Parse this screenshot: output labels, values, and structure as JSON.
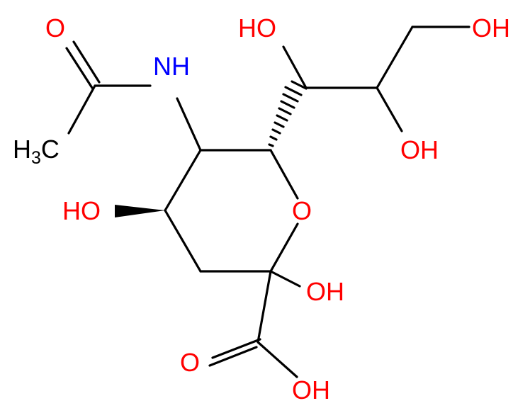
{
  "molecule": {
    "atom_labels": {
      "o_carbonyl_acetyl": "O",
      "nh": "NH",
      "h3c_h": "H",
      "h3c_sub": "3",
      "h3c_c": "C",
      "ho_top_left": "HO",
      "oh_top_right": "OH",
      "oh_mid": "OH",
      "ho_left": "HO",
      "o_ring": "O",
      "oh_anomeric": "OH",
      "o_carboxyl": "O",
      "oh_carboxyl": "OH"
    },
    "colors": {
      "bond": "#000000",
      "oxygen": "#ff0000",
      "nitrogen": "#0000ff",
      "carbon": "#000000"
    }
  }
}
